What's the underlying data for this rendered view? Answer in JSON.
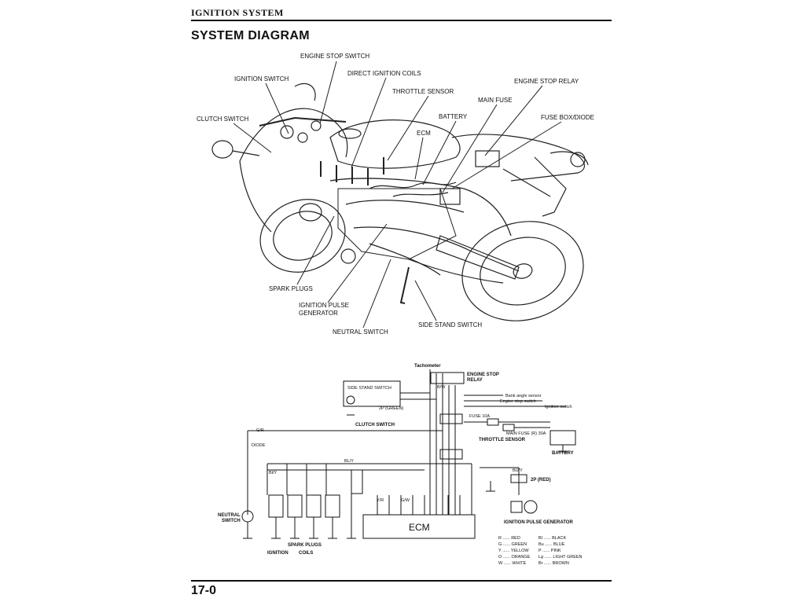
{
  "header": {
    "section": "IGNITION SYSTEM",
    "title": "SYSTEM DIAGRAM"
  },
  "component_labels": {
    "engine_stop_switch": "ENGINE STOP SWITCH",
    "ignition_switch": "IGNITION SWITCH",
    "direct_ignition_coils": "DIRECT IGNITION COILS",
    "throttle_sensor": "THROTTLE SENSOR",
    "engine_stop_relay": "ENGINE STOP RELAY",
    "main_fuse": "MAIN FUSE",
    "clutch_switch": "CLUTCH SWITCH",
    "battery": "BATTERY",
    "fuse_box_diode": "FUSE BOX/DIODE",
    "ecm": "ECM",
    "spark_plugs": "SPARK PLUGS",
    "ignition_pulse_generator_1": "IGNITION PULSE",
    "ignition_pulse_generator_2": "GENERATOR",
    "side_stand_switch": "SIDE STAND SWITCH",
    "neutral_switch": "NEUTRAL SWITCH"
  },
  "wiring": {
    "tachometer": "Tachometer",
    "engine_stop_relay_1": "ENGINE STOP",
    "engine_stop_relay_2": "RELAY",
    "bank_angle_sensor": "Bank angle sensor",
    "engine_stop_switch": "Engine stop switch",
    "ignition_switch": "Ignition switch",
    "side_stand_switch": "SIDE STAND SWITCH",
    "connector_2p_green": "2P (GREEN)",
    "clutch_switch": "CLUTCH SWITCH",
    "diode": "DIODE",
    "fuse_10a": "FUSE 10A",
    "main_fuse_30a": "MAIN FUSE (R) 30A",
    "throttle_sensor": "THROTTLE SENSOR",
    "battery": "BATTERY",
    "connector_2p_red": "2P (RED)",
    "ecm": "ECM",
    "neutral_switch_1": "NEUTRAL",
    "neutral_switch_2": "SWITCH",
    "ignition": "IGNITION",
    "spark_plugs": "SPARK PLUGS",
    "coils": "COILS",
    "ignition_pulse_generator": "IGNITION PULSE GENERATOR",
    "w_gr": "G/R",
    "w_bl": "BL/Y",
    "w_bw": "B/W",
    "w_by": "Bl/Y",
    "w_yr": "Y/R",
    "w_gw": "G/W",
    "w_bu": "BU/Y"
  },
  "color_legend": [
    {
      "code": "R ...... RED",
      "code2": "Bl ...... BLACK"
    },
    {
      "code": "G ...... GREEN",
      "code2": "Bu ...... BLUE"
    },
    {
      "code": "Y ...... YELLOW",
      "code2": "P ...... PINK"
    },
    {
      "code": "O ...... ORANGE",
      "code2": "Lg ...... LIGHT GREEN"
    },
    {
      "code": "W ...... WHITE",
      "code2": "Br ...... BROWN"
    }
  ],
  "footer": {
    "page_number": "17-0"
  }
}
